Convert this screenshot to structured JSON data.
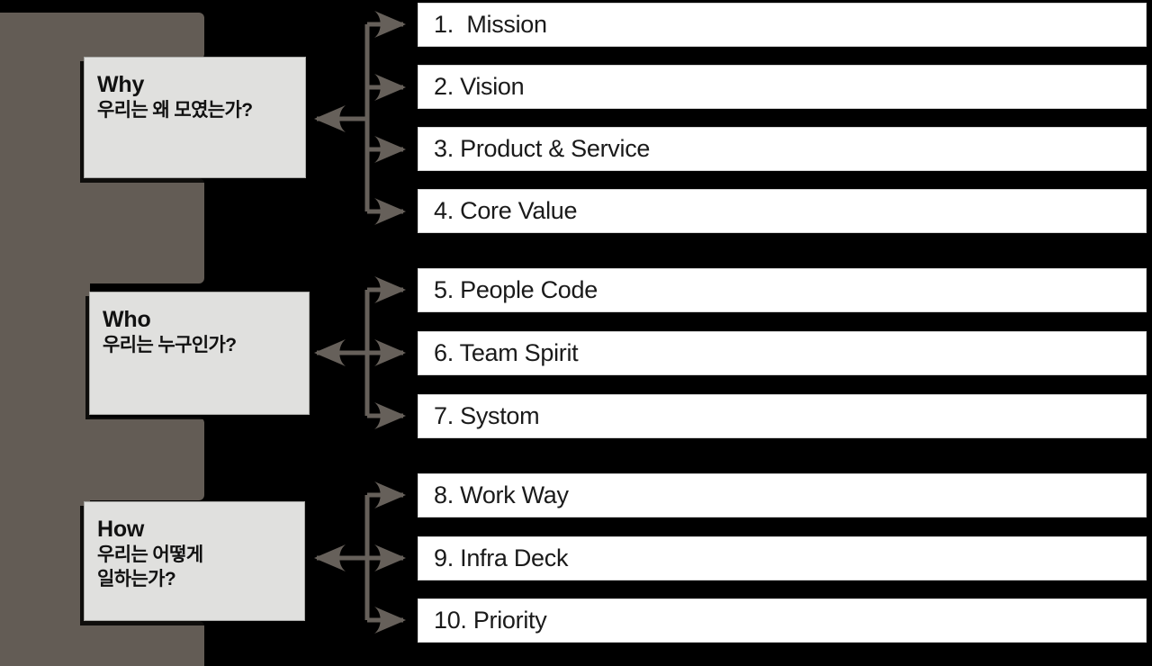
{
  "diagram": {
    "title_visible": false,
    "background_color": "#000000",
    "panel_color": "#635C55",
    "category_box_color": "#E0E0DE",
    "item_box_color": "#FFFFFF",
    "connector_color": "#66605A",
    "text_color": "#111111"
  },
  "categories": [
    {
      "id": "why",
      "en": "Why",
      "ko": "우리는 왜 모였는가?",
      "items": [
        "1.  Mission",
        "2. Vision",
        "3. Product & Service",
        "4. Core Value"
      ]
    },
    {
      "id": "who",
      "en": "Who",
      "ko": "우리는 누구인가?",
      "items": [
        "5. People Code",
        "6. Team Spirit",
        "7. Systom"
      ]
    },
    {
      "id": "how",
      "en": "How",
      "ko": "우리는 어떻게\n일하는가?",
      "items": [
        "8. Work Way",
        "9. Infra Deck",
        "10. Priority"
      ]
    }
  ],
  "items": [
    {
      "index": 1,
      "label": "1.  Mission"
    },
    {
      "index": 2,
      "label": "2. Vision"
    },
    {
      "index": 3,
      "label": "3. Product & Service"
    },
    {
      "index": 4,
      "label": "4. Core Value"
    },
    {
      "index": 5,
      "label": "5. People Code"
    },
    {
      "index": 6,
      "label": "6. Team Spirit"
    },
    {
      "index": 7,
      "label": "7. Systom"
    },
    {
      "index": 8,
      "label": "8. Work Way"
    },
    {
      "index": 9,
      "label": "9. Infra Deck"
    },
    {
      "index": 10,
      "label": "10. Priority"
    }
  ]
}
